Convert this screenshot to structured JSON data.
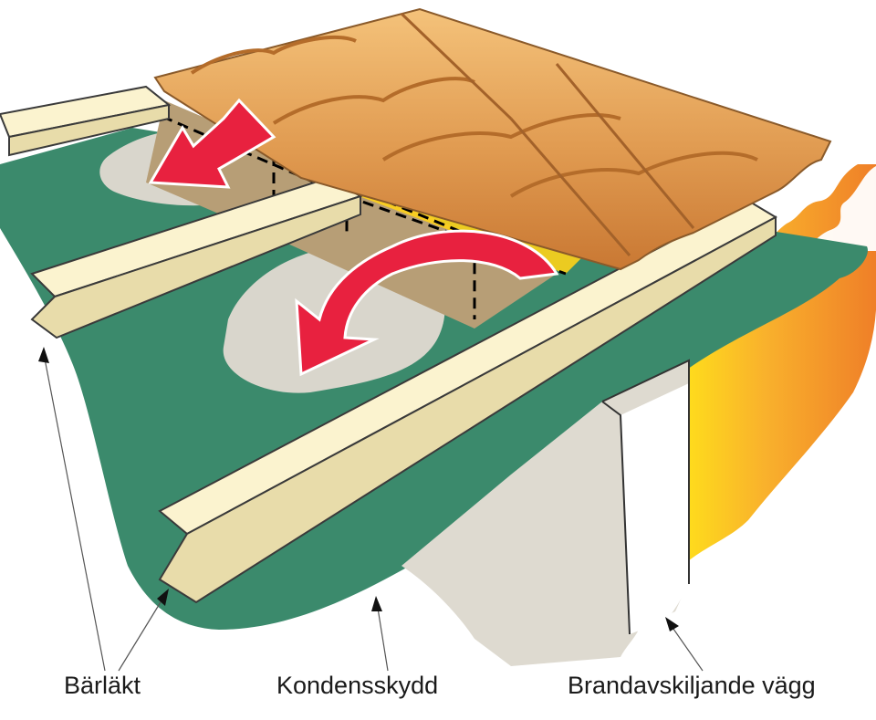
{
  "labels": {
    "batten": "Bärläkt",
    "condensation_barrier": "Kondensskydd",
    "firewall": "Brandavskiljande vägg"
  },
  "colors": {
    "underlay_green": "#3b8a6c",
    "batten_cream": "#fbf3cf",
    "tile_orange": "#e4a45c",
    "arrow_red": "#e8213f",
    "fire_orange": "#f08f2a",
    "fire_yellow": "#ffd21a",
    "wall_grey": "#dedad0",
    "wood_brown": "#b79e76"
  },
  "icons": [
    "fire-flame-icon",
    "airflow-arrow-icon",
    "pointer-arrow-icon"
  ]
}
